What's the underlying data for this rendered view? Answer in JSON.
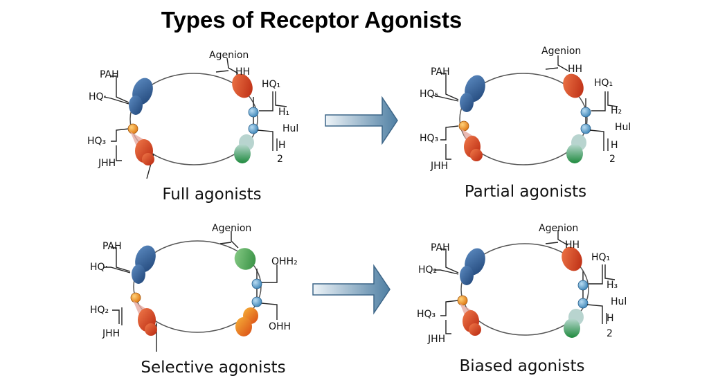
{
  "title": "Types of Receptor Agonists",
  "panels": [
    {
      "caption": "Full agonists",
      "labels": {
        "pah": "PAH",
        "ho_top": "HQ·",
        "ho_bot": "HQ₃",
        "jhh": "JHH",
        "agenion": "Agenion",
        "hh": "HH",
        "r1": "HQ₁",
        "r2": "H₁",
        "r3": "Hul",
        "r4": "H",
        "r5": "2"
      }
    },
    {
      "caption": "Partial agonists",
      "labels": {
        "pah": "PAH",
        "ho_top": "HQ₅",
        "ho_bot": "HQ₃",
        "jhh": "JHH",
        "agenion": "Agenion",
        "hh": "HH",
        "r1": "HQ₁",
        "r2": "H₂",
        "r3": "Hul",
        "r4": "H",
        "r5": "2"
      }
    },
    {
      "caption": "Selective agonists",
      "labels": {
        "pah": "PAH",
        "ho_top": "HQ·",
        "ho_bot": "HQ₂",
        "jhh": "JHH",
        "agenion": "Agenion",
        "hh": "",
        "r1": "OHH₂",
        "r2": "",
        "r3": "",
        "r4": "OHH",
        "r5": ""
      }
    },
    {
      "caption": "Biased agonists",
      "labels": {
        "pah": "PAH",
        "ho_top": "HQ₂",
        "ho_bot": "HQ₃",
        "jhh": "JHH",
        "agenion": "Agenion",
        "hh": "HH",
        "r1": "HQ₁",
        "r2": "H₃",
        "r3": "Hul",
        "r4": "H",
        "r5": "2"
      }
    }
  ],
  "colors": {
    "blue": "#2f5f95",
    "red": "#d9401f",
    "orange": "#ef8a22",
    "green": "#3a9a52",
    "node_blue": "#5b9bc8",
    "node_orange": "#f0941e",
    "arrow": "#5b86a8",
    "ring": "#555555"
  }
}
